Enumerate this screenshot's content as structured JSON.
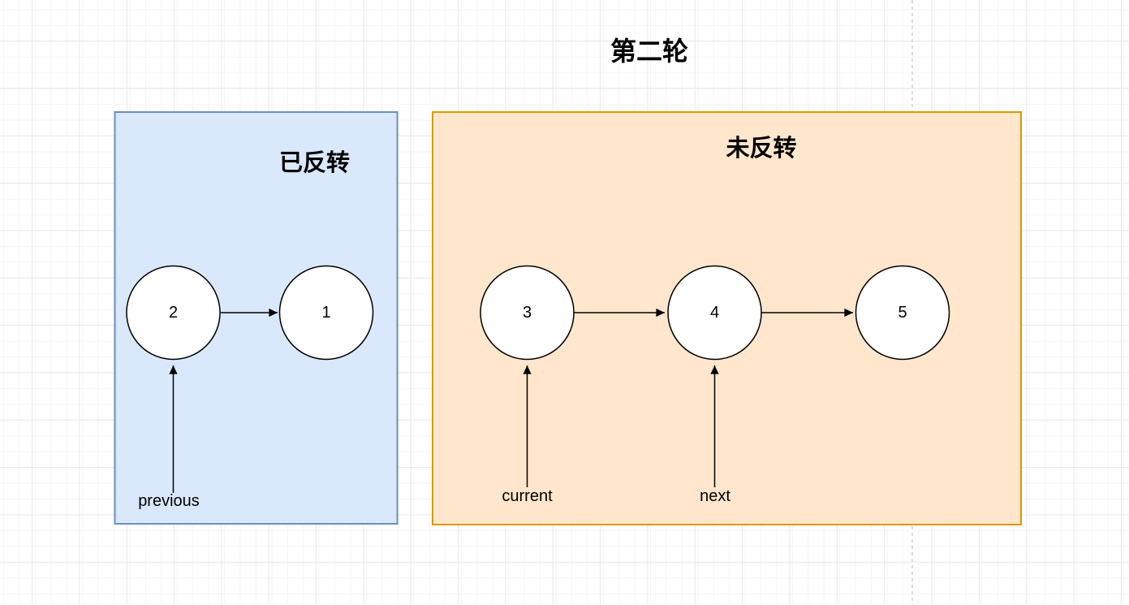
{
  "diagram": {
    "title": "第二轮",
    "reversed_group": {
      "label": "已反转",
      "fill": "#dae8fc",
      "border": "#6c8ebf",
      "nodes": [
        {
          "value": "2"
        },
        {
          "value": "1"
        }
      ],
      "edges": [
        {
          "from": "2",
          "to": "1"
        }
      ],
      "pointers": [
        {
          "label": "previous",
          "target": "2"
        }
      ]
    },
    "unreversed_group": {
      "label": "未反转",
      "fill": "#ffe6cc",
      "border": "#d79b00",
      "nodes": [
        {
          "value": "3"
        },
        {
          "value": "4"
        },
        {
          "value": "5"
        }
      ],
      "edges": [
        {
          "from": "3",
          "to": "4"
        },
        {
          "from": "4",
          "to": "5"
        }
      ],
      "pointers": [
        {
          "label": "current",
          "target": "3"
        },
        {
          "label": "next",
          "target": "4"
        }
      ]
    },
    "colors": {
      "node_fill": "#ffffff",
      "node_stroke": "#000000",
      "page_boundary_line": "#b9b9b9"
    }
  }
}
